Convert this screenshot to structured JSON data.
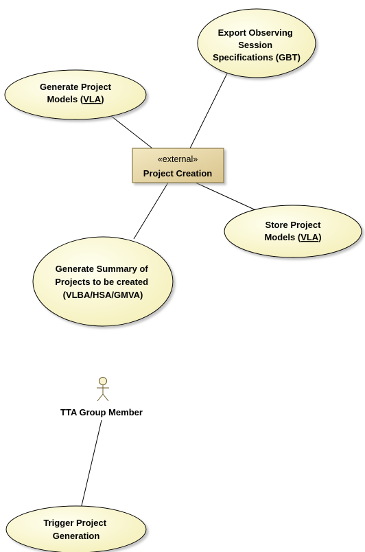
{
  "diagram": {
    "use_cases": [
      {
        "id": "uc-export-observing",
        "lines": [
          "Export Observing",
          "Session",
          "Specifications (GBT)"
        ]
      },
      {
        "id": "uc-generate-models",
        "line1": "Generate Project",
        "line2_prefix": "Models (",
        "line2_link": "VLA",
        "line2_suffix": ")"
      },
      {
        "id": "uc-store-models",
        "line1": "Store Project",
        "line2_prefix": "Models (",
        "line2_link": "VLA",
        "line2_suffix": ")"
      },
      {
        "id": "uc-generate-summary",
        "lines": [
          "Generate Summary of",
          "Projects to be created",
          "(VLBA/HSA/GMVA)"
        ]
      },
      {
        "id": "uc-trigger-generation",
        "lines": [
          "Trigger Project",
          "Generation"
        ]
      }
    ],
    "external_class": {
      "stereotype": "«external»",
      "name": "Project Creation"
    },
    "actor": {
      "name": "TTA Group Member"
    },
    "colors": {
      "use_case_fill": "#fbf8d0",
      "use_case_stroke": "#000000",
      "class_fill": "#e8d9a8",
      "class_stroke": "#8a7a4a",
      "line": "#000000"
    }
  }
}
